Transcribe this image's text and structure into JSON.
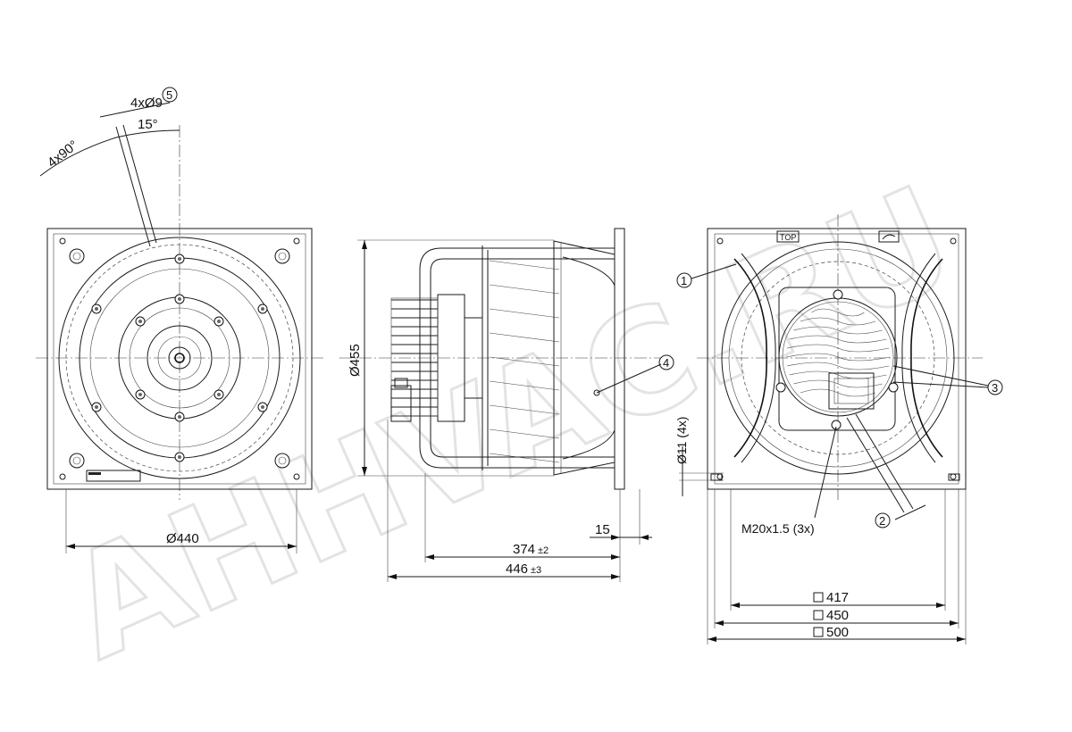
{
  "drawing": {
    "watermark": "AHHVAC.RU",
    "colors": {
      "line": "#1a1a1a",
      "watermark": "#e3e3e3",
      "background": "#ffffff"
    }
  },
  "front_view": {
    "diameter_label": "Ø440",
    "holes_label": "4xØ9",
    "holes_callout": "5",
    "angle_label": "15°",
    "spacing_label": "4x90°"
  },
  "side_view": {
    "diameter_label": "Ø455",
    "length_inner": "374",
    "length_inner_tol": "±2",
    "length_outer": "446",
    "length_outer_tol": "±3",
    "flange_label": "15",
    "callout_4": "4"
  },
  "rear_view": {
    "square_417": "417",
    "square_450": "450",
    "square_500": "500",
    "hole_label": "Ø11 (4x)",
    "thread_label": "M20x1.5 (3x)",
    "callout_1": "1",
    "callout_2": "2",
    "callout_3": "3",
    "top_label": "TOP"
  }
}
